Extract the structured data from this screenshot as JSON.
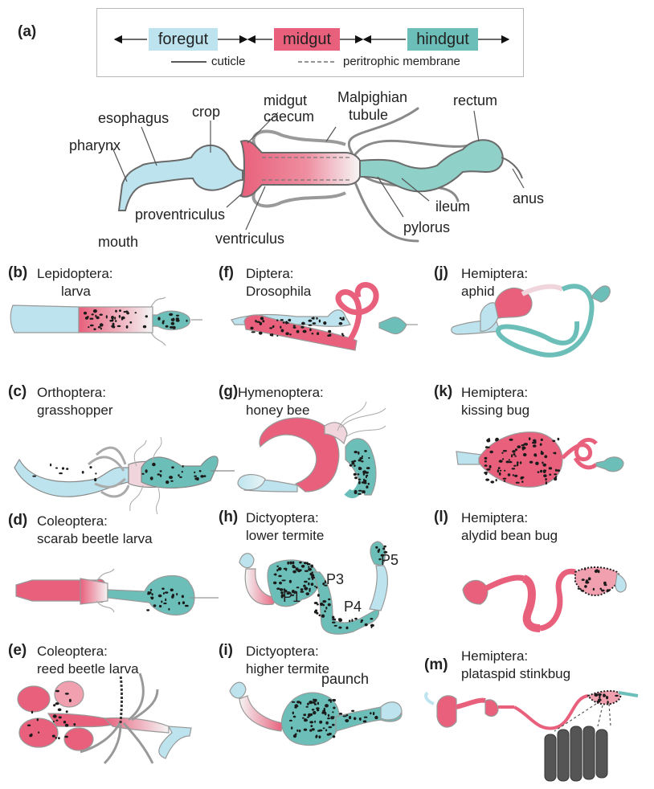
{
  "colors": {
    "foregut": "#bde4ee",
    "midgut": "#e8607c",
    "hindgut": "#6cbfb8",
    "outline": "#6a6a6a",
    "dots": "#1b1b1b"
  },
  "legend": {
    "foregut": "foregut",
    "midgut": "midgut",
    "hindgut": "hindgut",
    "cuticle": "cuticle",
    "peritrophic": "peritrophic membrane"
  },
  "panel_a": {
    "letter": "(a)",
    "labels": {
      "esophagus": "esophagus",
      "crop": "crop",
      "midgut_caecum_1": "midgut",
      "midgut_caecum_2": "caecum",
      "malpighian_1": "Malpighian",
      "malpighian_2": "tubule",
      "rectum": "rectum",
      "pharynx": "pharynx",
      "proventriculus": "proventriculus",
      "ileum": "ileum",
      "anus": "anus",
      "pylorus": "pylorus",
      "mouth": "mouth",
      "ventriculus": "ventriculus"
    }
  },
  "panels": [
    {
      "id": "b",
      "letter": "(b)",
      "line1": "Lepidoptera:",
      "line2": "larva"
    },
    {
      "id": "c",
      "letter": "(c)",
      "line1": "Orthoptera:",
      "line2": "grasshopper"
    },
    {
      "id": "d",
      "letter": "(d)",
      "line1": "Coleoptera:",
      "line2": "scarab beetle larva"
    },
    {
      "id": "e",
      "letter": "(e)",
      "line1": "Coleoptera:",
      "line2": "reed beetle larva"
    },
    {
      "id": "f",
      "letter": "(f)",
      "line1": "Diptera:",
      "line2": "Drosophila"
    },
    {
      "id": "g",
      "letter": "(g)",
      "line1": "Hymenoptera:",
      "line2": "honey bee"
    },
    {
      "id": "h",
      "letter": "(h)",
      "line1": "Dictyoptera:",
      "line2": "lower termite"
    },
    {
      "id": "i",
      "letter": "(i)",
      "line1": "Dictyoptera:",
      "line2": "higher termite"
    },
    {
      "id": "j",
      "letter": "(j)",
      "line1": "Hemiptera:",
      "line2": "aphid"
    },
    {
      "id": "k",
      "letter": "(k)",
      "line1": "Hemiptera:",
      "line2": "kissing bug"
    },
    {
      "id": "l",
      "letter": "(l)",
      "line1": "Hemiptera:",
      "line2": "alydid bean bug"
    },
    {
      "id": "m",
      "letter": "(m)",
      "line1": "Hemiptera:",
      "line2": "plataspid stinkbug"
    }
  ],
  "termite_segments": {
    "p1": "P1",
    "p3": "P3",
    "p4": "P4",
    "p5": "P5"
  },
  "higher_termite_label": "paunch"
}
